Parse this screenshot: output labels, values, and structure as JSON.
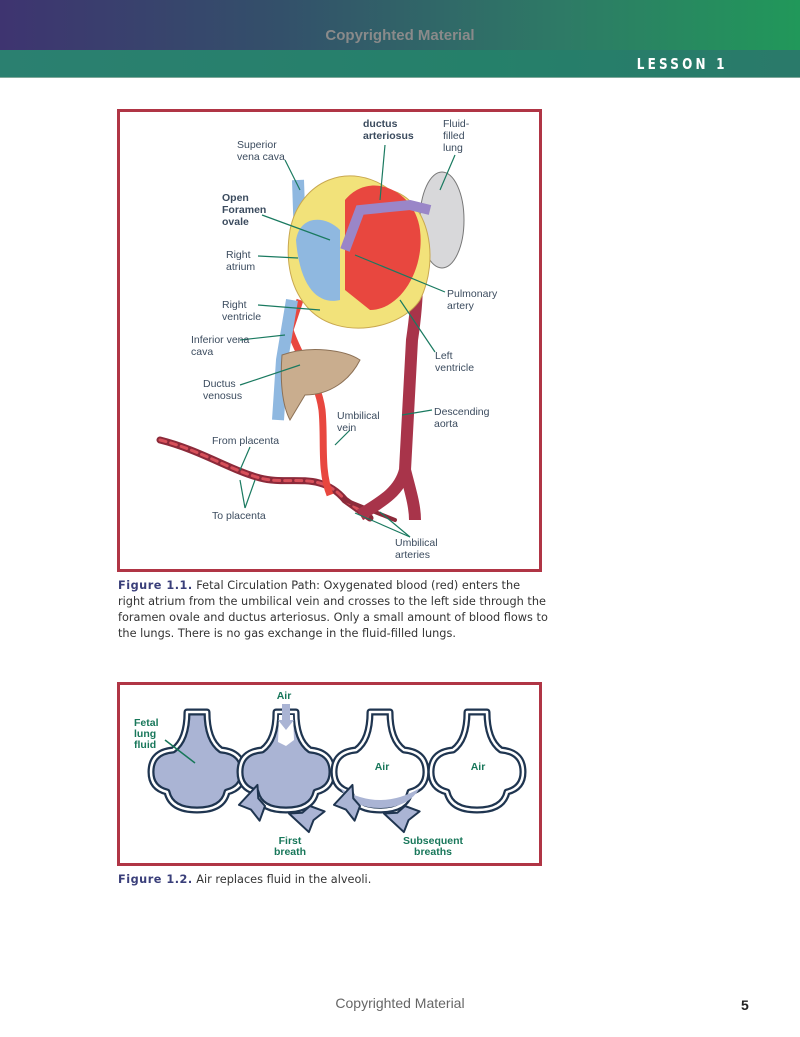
{
  "header": {
    "watermark": "Copyrighted Material",
    "lesson": "LESSON 1"
  },
  "figure1": {
    "labels": {
      "superior_vena_cava": "Superior vena cava",
      "ductus_arteriosus": "ductus arteriosus",
      "fluid_filled_lung": "Fluid-filled lung",
      "open_foramen_ovale": "Open Foramen ovale",
      "right_atrium": "Right atrium",
      "right_ventricle": "Right ventricle",
      "pulmonary_artery": "Pulmonary artery",
      "inferior_vena_cava": "Inferior vena cava",
      "left_ventricle": "Left ventricle",
      "ductus_venosus": "Ductus venosus",
      "umbilical_vein": "Umbilical vein",
      "descending_aorta": "Descending aorta",
      "from_placenta": "From placenta",
      "to_placenta": "To placenta",
      "umbilical_arteries": "Umbilical arteries"
    },
    "caption_label": "Figure 1.1.",
    "caption_text": " Fetal Circulation Path: Oxygenated blood (red) enters the right atrium from the umbilical vein and crosses to the left side through the foramen ovale and ductus arteriosus. Only a small amount of blood flows to the lungs. There is no gas exchange in the fluid-filled lungs."
  },
  "figure2": {
    "labels": {
      "fetal_lung_fluid": "Fetal lung fluid",
      "air_top": "Air",
      "air_3": "Air",
      "air_4": "Air",
      "first_breath": "First breath",
      "subsequent_breaths": "Subsequent breaths"
    },
    "caption_label": "Figure 1.2.",
    "caption_text": " Air replaces fluid in the alveoli."
  },
  "footer": {
    "watermark": "Copyrighted Material",
    "page_number": "5"
  },
  "colors": {
    "border": "#b03545",
    "oxygenated": "#e8473f",
    "deoxygenated": "#8fb8e0",
    "label_line": "#1a7a60",
    "fluid": "#aab4d4"
  }
}
